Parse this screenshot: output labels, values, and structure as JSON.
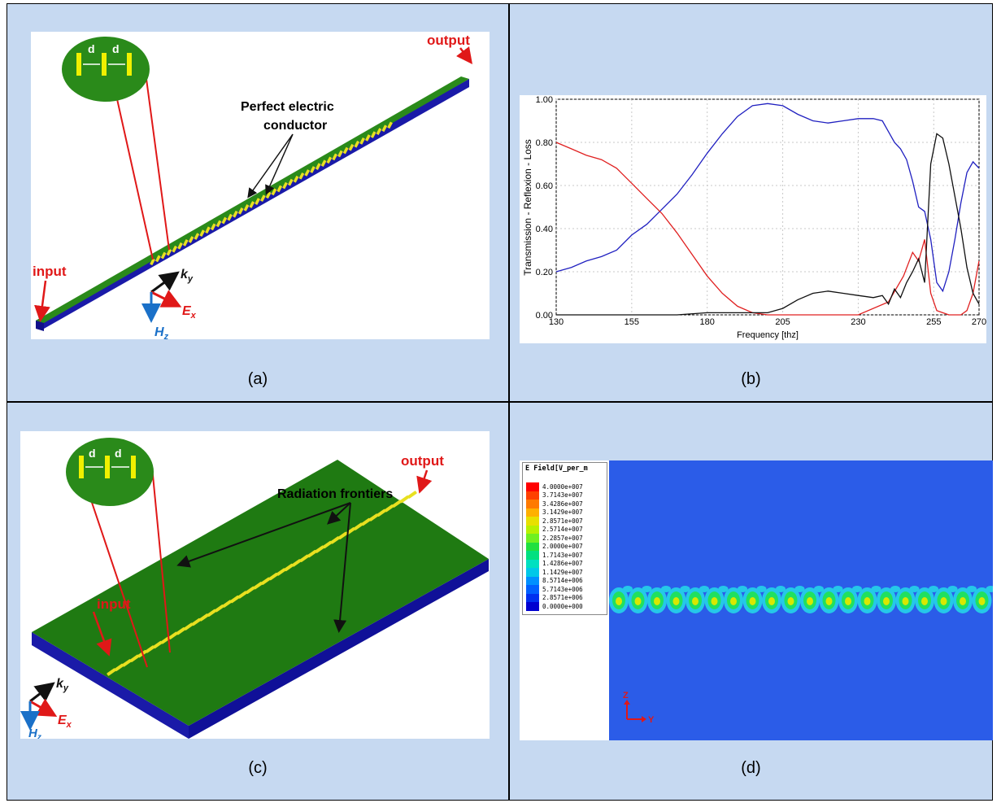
{
  "panels": {
    "a": {
      "caption": "(a)",
      "label_output": "output",
      "label_input": "input",
      "label_pec_line1": "Perfect electric",
      "label_pec_line2": "conductor",
      "label_d": "d",
      "label_ky": "k",
      "label_ky_sub": "y",
      "label_ex": "E",
      "label_ex_sub": "x",
      "label_hz": "H",
      "label_hz_sub": "z"
    },
    "b": {
      "caption": "(b)"
    },
    "c": {
      "caption": "(c)",
      "label_output": "output",
      "label_input": "input",
      "label_radiation": "Radiation frontiers",
      "label_d": "d",
      "label_ky": "k",
      "label_ky_sub": "y",
      "label_ex": "E",
      "label_ex_sub": "x",
      "label_hz": "H",
      "label_hz_sub": "z"
    },
    "d": {
      "caption": "(d)",
      "legend_title": "E Field[V_per_m",
      "legend_values": [
        "4.0000e+007",
        "3.7143e+007",
        "3.4286e+007",
        "3.1429e+007",
        "2.8571e+007",
        "2.5714e+007",
        "2.2857e+007",
        "2.0000e+007",
        "1.7143e+007",
        "1.4286e+007",
        "1.1429e+007",
        "8.5714e+006",
        "5.7143e+006",
        "2.8571e+006",
        "0.0000e+000"
      ],
      "legend_colors": [
        "#ff0000",
        "#ff4000",
        "#ff7a00",
        "#ffb000",
        "#e8e000",
        "#b8f000",
        "#70f020",
        "#20e040",
        "#00e080",
        "#00e0c0",
        "#00c8e8",
        "#0090ff",
        "#0060ff",
        "#0030f0",
        "#0000d0"
      ],
      "axis_z": "Z",
      "axis_y": "Y"
    }
  },
  "chart_data": {
    "type": "line",
    "xlabel": "Frequency [thz]",
    "ylabel": "Transmission - Reflexion - Loss",
    "xlim": [
      130,
      270
    ],
    "ylim": [
      0,
      1
    ],
    "x_ticks": [
      130,
      155,
      180,
      205,
      230,
      255,
      270
    ],
    "y_ticks": [
      "0.00",
      "0.20",
      "0.40",
      "0.60",
      "0.80",
      "1.00"
    ],
    "grid": true,
    "series": [
      {
        "color": "#2020c0",
        "x": [
          130,
          135,
          140,
          145,
          150,
          155,
          160,
          165,
          170,
          175,
          180,
          185,
          190,
          195,
          200,
          205,
          210,
          215,
          220,
          225,
          230,
          235,
          238,
          240,
          242,
          244,
          246,
          248,
          250,
          252,
          254,
          256,
          258,
          260,
          262,
          264,
          266,
          268,
          270
        ],
        "y": [
          0.2,
          0.22,
          0.25,
          0.27,
          0.3,
          0.37,
          0.42,
          0.49,
          0.56,
          0.65,
          0.75,
          0.84,
          0.92,
          0.97,
          0.98,
          0.97,
          0.93,
          0.9,
          0.89,
          0.9,
          0.91,
          0.91,
          0.9,
          0.85,
          0.8,
          0.77,
          0.72,
          0.62,
          0.5,
          0.48,
          0.35,
          0.15,
          0.11,
          0.2,
          0.35,
          0.52,
          0.66,
          0.71,
          0.68
        ]
      },
      {
        "color": "#e02020",
        "x": [
          130,
          135,
          140,
          145,
          150,
          155,
          160,
          165,
          170,
          175,
          180,
          185,
          190,
          195,
          200,
          205,
          210,
          220,
          230,
          240,
          245,
          248,
          250,
          252,
          254,
          256,
          258,
          260,
          262,
          264,
          266,
          268,
          270
        ],
        "y": [
          0.8,
          0.77,
          0.74,
          0.72,
          0.68,
          0.61,
          0.54,
          0.47,
          0.38,
          0.28,
          0.18,
          0.1,
          0.04,
          0.01,
          0.0,
          0.0,
          0.0,
          0.0,
          0.0,
          0.06,
          0.18,
          0.29,
          0.25,
          0.35,
          0.1,
          0.02,
          0.01,
          0.0,
          0.0,
          0.0,
          0.02,
          0.1,
          0.25
        ]
      },
      {
        "color": "#101010",
        "x": [
          130,
          140,
          150,
          160,
          170,
          180,
          190,
          195,
          200,
          205,
          210,
          215,
          220,
          225,
          230,
          235,
          238,
          240,
          242,
          244,
          246,
          248,
          250,
          252,
          254,
          256,
          258,
          260,
          262,
          264,
          266,
          268,
          270
        ],
        "y": [
          0.0,
          0.0,
          0.0,
          0.0,
          0.0,
          0.01,
          0.01,
          0.01,
          0.01,
          0.03,
          0.07,
          0.1,
          0.11,
          0.1,
          0.09,
          0.08,
          0.09,
          0.05,
          0.12,
          0.08,
          0.15,
          0.2,
          0.26,
          0.15,
          0.7,
          0.84,
          0.82,
          0.7,
          0.55,
          0.4,
          0.22,
          0.1,
          0.05
        ]
      }
    ]
  }
}
